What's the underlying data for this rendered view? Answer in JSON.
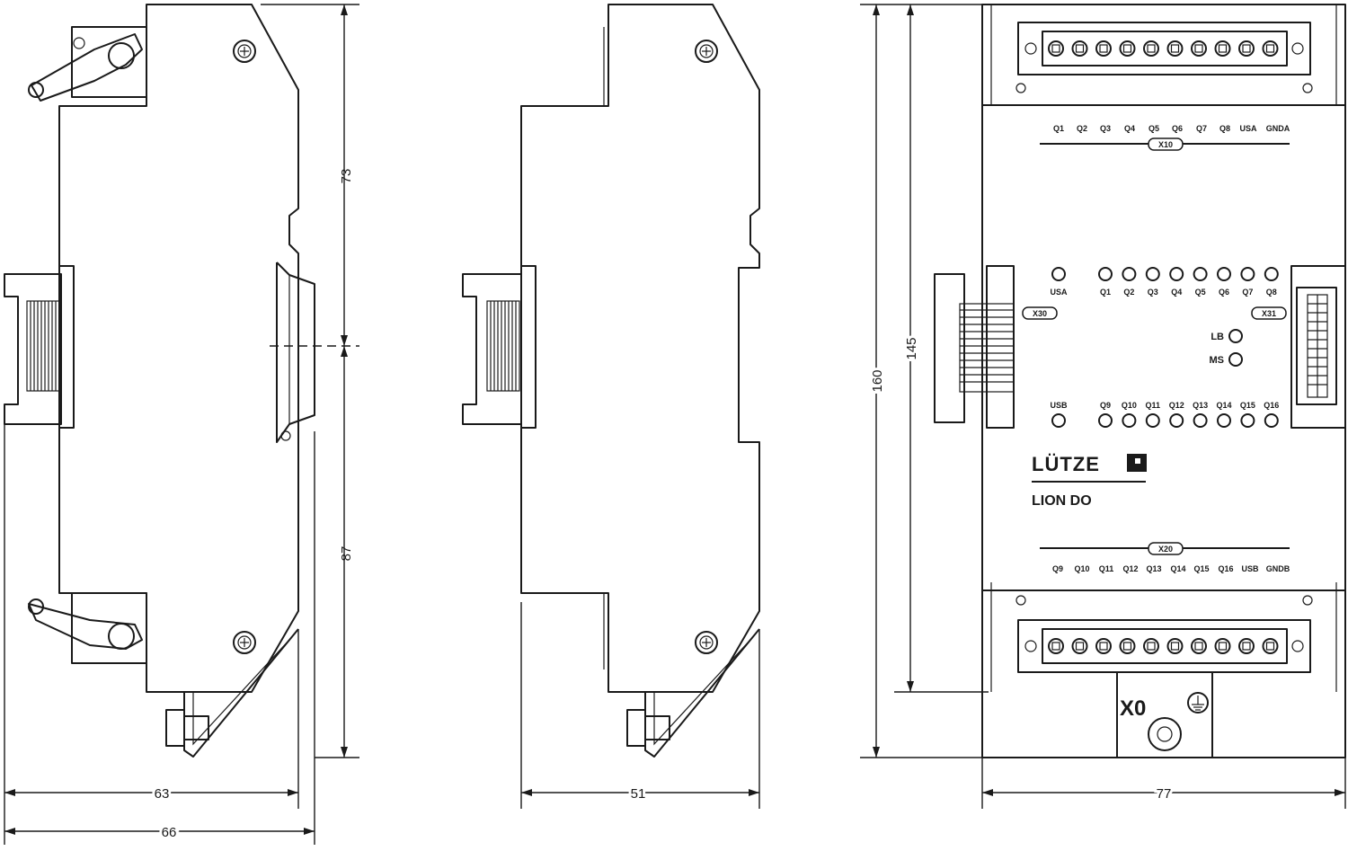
{
  "dimensions": {
    "side1_height_top": "73",
    "side1_height_bottom": "87",
    "side1_depth": "63",
    "side1_depth_total": "66",
    "side2_depth": "51",
    "front_height_total": "160",
    "front_height_body": "145",
    "front_width": "77"
  },
  "front": {
    "brand": "LÜTZE",
    "model": "LION DO",
    "top_connector_label": "X10",
    "bottom_connector_label": "X20",
    "left_bus_label": "X30",
    "right_bus_label": "X31",
    "ground_label": "X0",
    "top_pins": [
      "Q1",
      "Q2",
      "Q3",
      "Q4",
      "Q5",
      "Q6",
      "Q7",
      "Q8",
      "USA",
      "GNDA"
    ],
    "bottom_pins": [
      "Q9",
      "Q10",
      "Q11",
      "Q12",
      "Q13",
      "Q14",
      "Q15",
      "Q16",
      "USB",
      "GNDB"
    ],
    "led_top_supply": "USA",
    "led_top_row": [
      "Q1",
      "Q2",
      "Q3",
      "Q4",
      "Q5",
      "Q6",
      "Q7",
      "Q8"
    ],
    "led_bottom_supply": "USB",
    "led_bottom_row": [
      "Q9",
      "Q10",
      "Q11",
      "Q12",
      "Q13",
      "Q14",
      "Q15",
      "Q16"
    ],
    "status_leds": [
      "LB",
      "MS"
    ]
  }
}
